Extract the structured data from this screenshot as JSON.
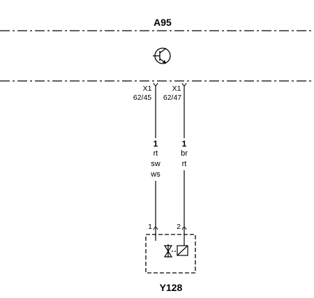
{
  "diagram": {
    "control_unit": {
      "label": "A95",
      "symbol": "transistor-icon"
    },
    "component": {
      "label": "Y128",
      "symbol": "valve-solenoid-icon"
    },
    "wires": [
      {
        "connector": "X1",
        "pin": "62/45",
        "wire_number": "1",
        "colors": [
          "rt",
          "sw",
          "ws"
        ],
        "component_pin": "1"
      },
      {
        "connector": "X1",
        "pin": "62/47",
        "wire_number": "1",
        "colors": [
          "br",
          "rt"
        ],
        "component_pin": "2"
      }
    ]
  }
}
